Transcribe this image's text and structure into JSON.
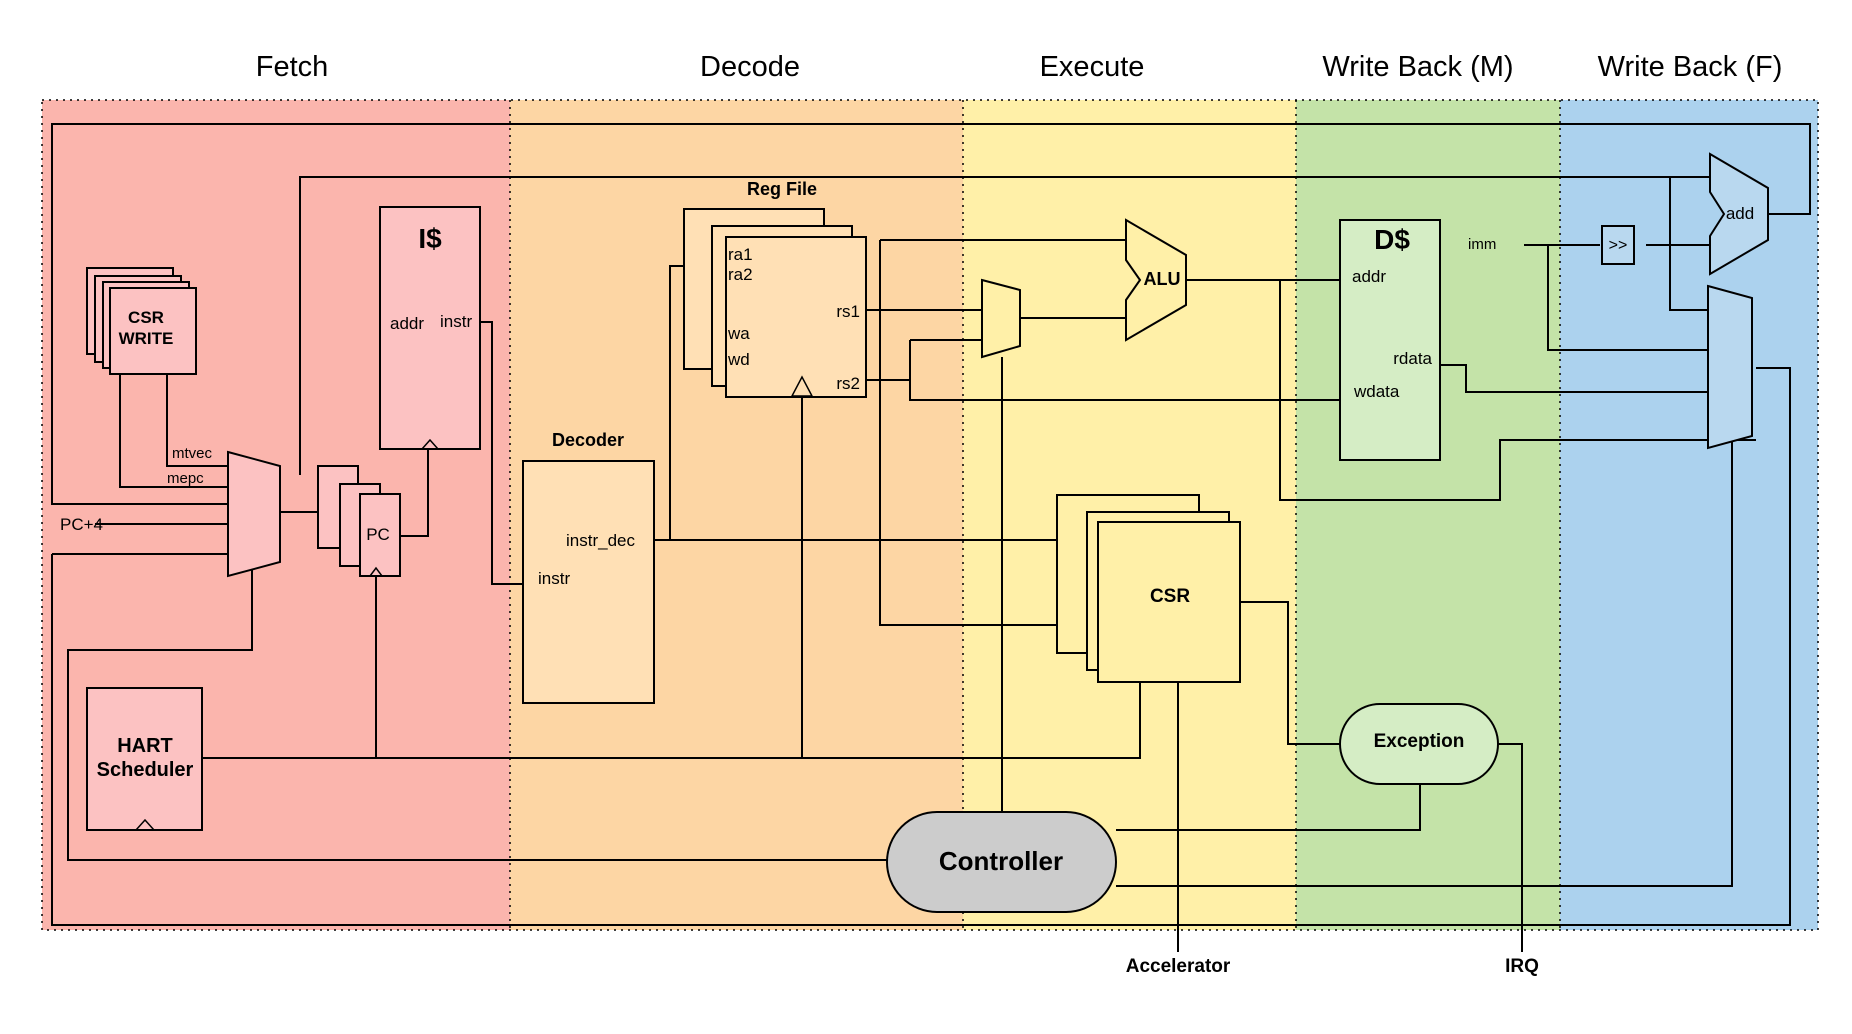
{
  "stages": [
    {
      "label": "Fetch",
      "color": "#fbb5ad"
    },
    {
      "label": "Decode",
      "color": "#fdd6a4"
    },
    {
      "label": "Execute",
      "color": "#fff0a8"
    },
    {
      "label": "Write Back (M)",
      "color": "#c4e3a8"
    },
    {
      "label": "Write Back (F)",
      "color": "#acd2ee"
    }
  ],
  "colors": {
    "fetch_block": "#fcc2c2",
    "decode_block": "#ffe0b5",
    "execute_block": "#fff0a8",
    "wbm_block": "#d5edc5",
    "wbf_block": "#b9d8ef",
    "controller": "#cccccc"
  },
  "blocks": {
    "csr_write": {
      "line1": "CSR",
      "line2": "WRITE"
    },
    "icache": {
      "title": "I$",
      "addr": "addr",
      "instr": "instr"
    },
    "pc": {
      "label": "PC"
    },
    "pc4": {
      "label": "PC+4"
    },
    "mux_inputs": {
      "mtvec": "mtvec",
      "mepc": "mepc"
    },
    "hart": {
      "line1": "HART",
      "line2": "Scheduler"
    },
    "decoder": {
      "title": "Decoder",
      "instr_dec": "instr_dec",
      "instr": "instr"
    },
    "regfile": {
      "title": "Reg File",
      "ra1": "ra1",
      "ra2": "ra2",
      "wa": "wa",
      "wd": "wd",
      "rs1": "rs1",
      "rs2": "rs2"
    },
    "alu": {
      "label": "ALU"
    },
    "csr": {
      "label": "CSR"
    },
    "dcache": {
      "title": "D$",
      "addr": "addr",
      "rdata": "rdata",
      "wdata": "wdata"
    },
    "imm": {
      "label": "imm"
    },
    "shift": {
      "label": ">>"
    },
    "adder": {
      "label": "add"
    },
    "exception": {
      "label": "Exception"
    },
    "controller": {
      "label": "Controller"
    }
  },
  "external": {
    "accelerator": "Accelerator",
    "irq": "IRQ"
  }
}
